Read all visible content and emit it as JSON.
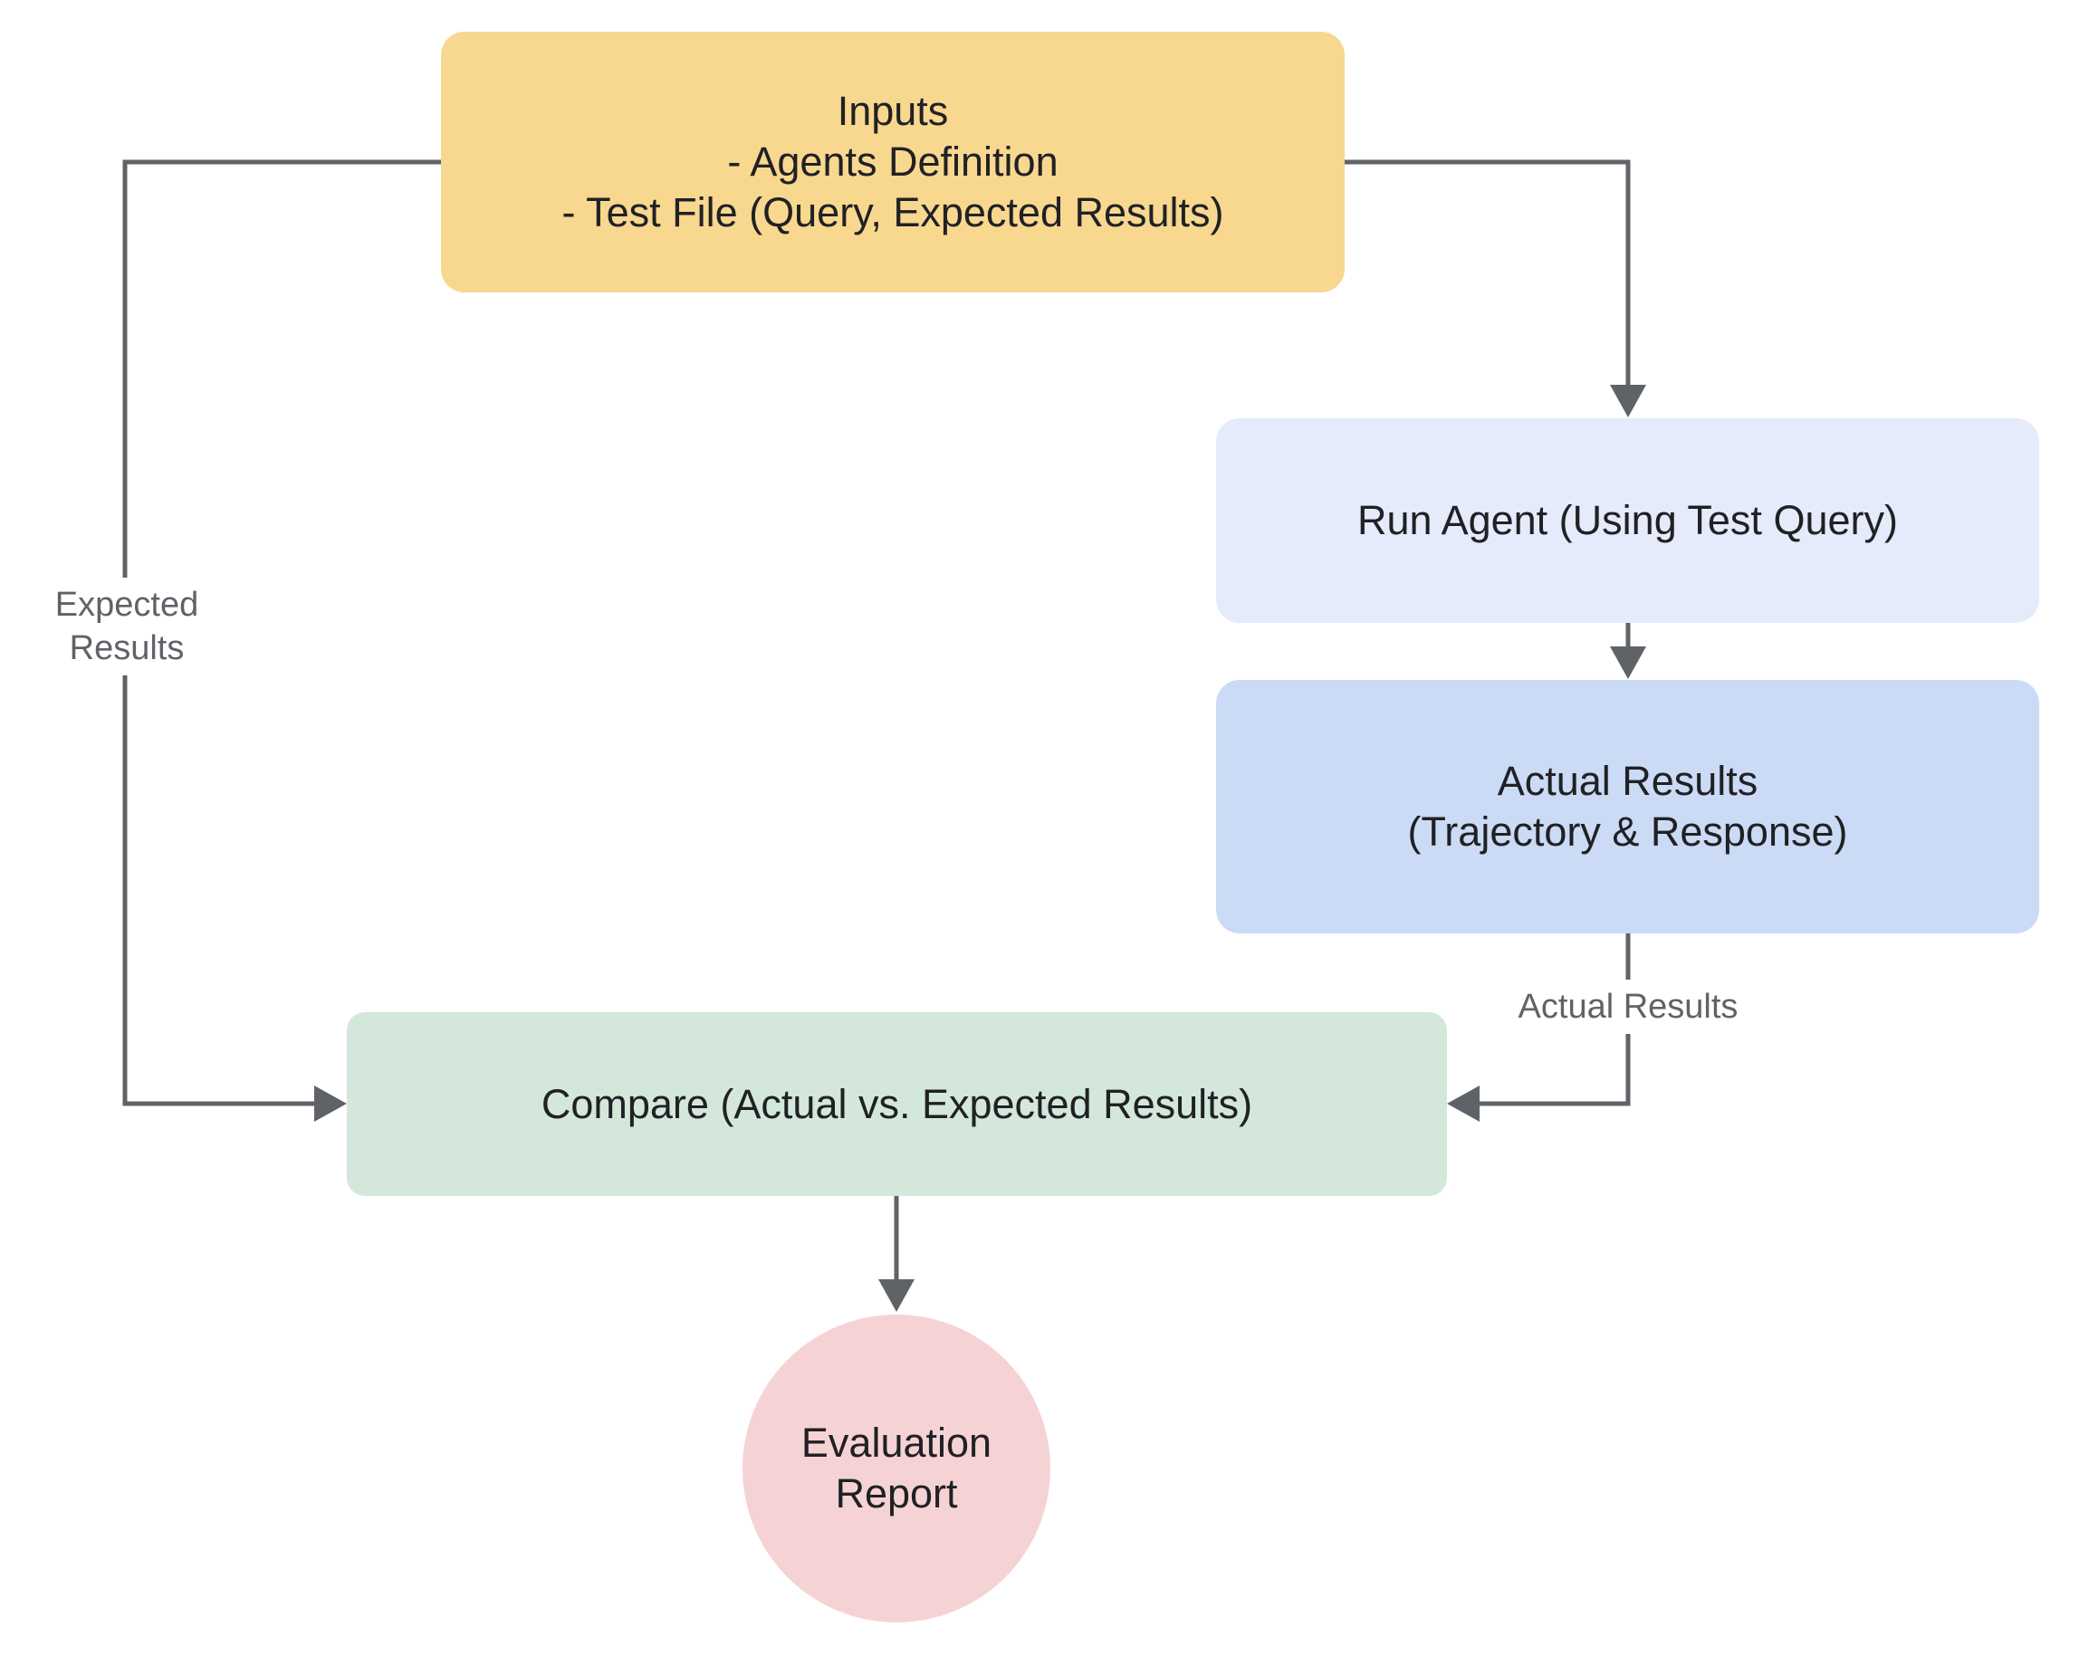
{
  "diagram": {
    "type": "flowchart",
    "background": "#FFFFFF",
    "colors": {
      "connector": "#5F6368",
      "node_text": "#202124",
      "edge_label_text": "#5F6368",
      "inputs_fill": "#F8D78F",
      "run_agent_fill": "#E5EBFB",
      "actual_results_fill": "#CBDAF5",
      "compare_fill": "#D3E7DA",
      "evaluation_report_fill": "#F5D3D4"
    },
    "nodes": {
      "inputs": {
        "shape": "rounded-rect",
        "lines": [
          "Inputs",
          "- Agents Definition",
          "- Test File (Query, Expected Results)"
        ]
      },
      "run_agent": {
        "shape": "rounded-rect",
        "lines": [
          "Run Agent (Using Test Query)"
        ]
      },
      "actual_results": {
        "shape": "rounded-rect",
        "lines": [
          "Actual Results",
          "(Trajectory & Response)"
        ]
      },
      "compare": {
        "shape": "rounded-rect",
        "lines": [
          "Compare (Actual vs. Expected Results)"
        ]
      },
      "evaluation_report": {
        "shape": "circle",
        "lines": [
          "Evaluation",
          "Report"
        ]
      }
    },
    "edge_labels": {
      "expected_results": {
        "lines": [
          "Expected",
          "Results"
        ]
      },
      "actual_results": {
        "text": "Actual Results"
      }
    },
    "edges": [
      {
        "from": "inputs",
        "to": "compare",
        "label": "Expected Results"
      },
      {
        "from": "inputs",
        "to": "run_agent",
        "label": ""
      },
      {
        "from": "run_agent",
        "to": "actual_results",
        "label": ""
      },
      {
        "from": "actual_results",
        "to": "compare",
        "label": "Actual Results"
      },
      {
        "from": "compare",
        "to": "evaluation_report",
        "label": ""
      }
    ]
  }
}
